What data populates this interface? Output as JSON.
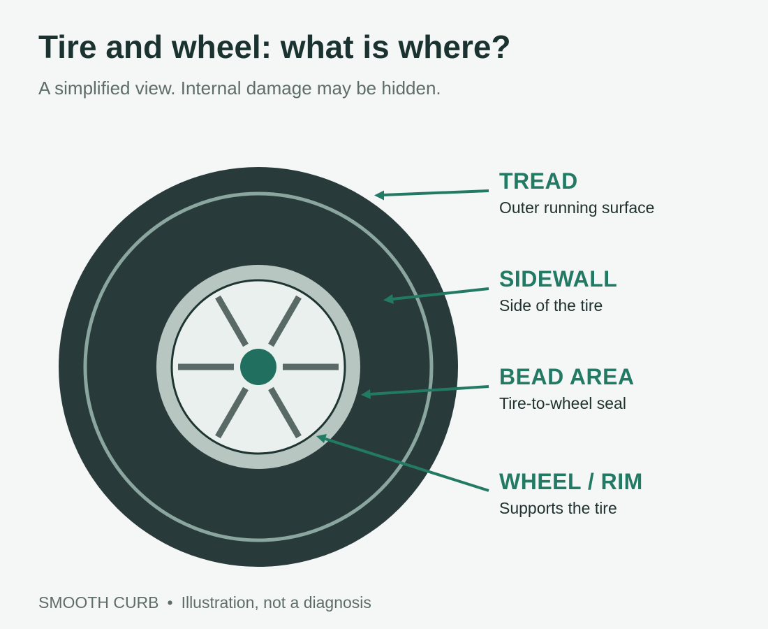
{
  "title": "Tire and wheel: what is where?",
  "subtitle": "A simplified view. Internal damage may be hidden.",
  "parts": [
    {
      "name": "TREAD",
      "description": "Outer running surface"
    },
    {
      "name": "SIDEWALL",
      "description": "Side of the tire"
    },
    {
      "name": "BEAD AREA",
      "description": "Tire-to-wheel seal"
    },
    {
      "name": "WHEEL / RIM",
      "description": "Supports the tire"
    }
  ],
  "footer": {
    "brand": "SMOOTH CURB",
    "separator": "•",
    "note": "Illustration, not a diagnosis"
  },
  "colors": {
    "background": "#f5f7f6",
    "title": "#1b3330",
    "muted": "#5e6d69",
    "tire": "#283a3a",
    "tread_ring": "#8aa69f",
    "rim": "#b7c6c0",
    "wheel_face": "#eaf0ed",
    "spoke": "#596a66",
    "hub": "#21705f",
    "accent": "#237a64",
    "description": "#1f302d"
  }
}
